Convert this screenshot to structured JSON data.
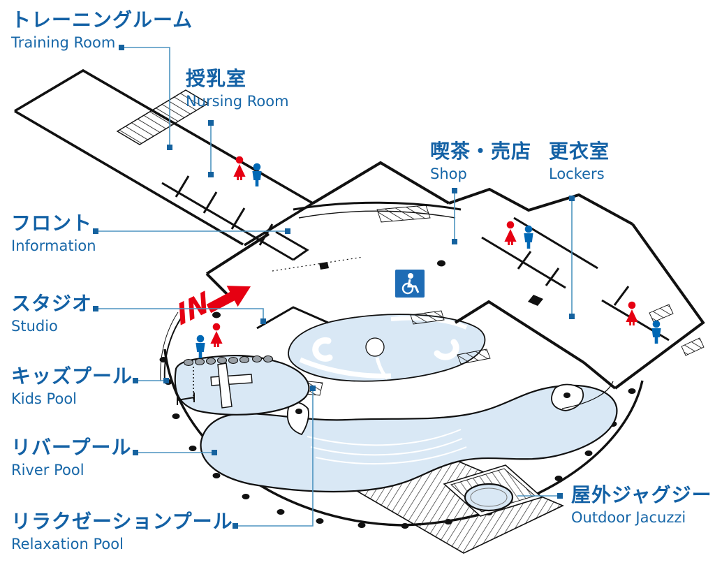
{
  "map": {
    "labels": [
      {
        "id": "training-room",
        "jp": "トレーニングルーム",
        "en": "Training Room"
      },
      {
        "id": "nursing-room",
        "jp": "授乳室",
        "en": "Nursing Room"
      },
      {
        "id": "shop",
        "jp": "喫茶・売店",
        "en": "Shop"
      },
      {
        "id": "lockers",
        "jp": "更衣室",
        "en": "Lockers"
      },
      {
        "id": "information",
        "jp": "フロント",
        "en": "Information"
      },
      {
        "id": "studio",
        "jp": "スタジオ",
        "en": "Studio"
      },
      {
        "id": "kids-pool",
        "jp": "キッズプール",
        "en": "Kids Pool"
      },
      {
        "id": "river-pool",
        "jp": "リバープール",
        "en": "River Pool"
      },
      {
        "id": "relaxation-pool",
        "jp": "リラクゼーションプール",
        "en": "Relaxation Pool"
      },
      {
        "id": "outdoor-jacuzzi",
        "jp": "屋外ジャグジー",
        "en": "Outdoor Jacuzzi"
      }
    ],
    "entrance": {
      "label": "IN"
    },
    "icons": {
      "restroom": "male-female-restroom-figures",
      "restroom_pair_count": 4,
      "wheelchair": "wheelchair-accessible-symbol",
      "entrance_arrow": "red-arrow-up-right"
    },
    "colors": {
      "label_blue": "#1361a5",
      "leader_line": "#4d94c0",
      "leader_square": "#15629f",
      "restroom_red": "#e60012",
      "restroom_blue": "#0068b5",
      "wheelchair_blue": "#1e6cb5",
      "pool_fill": "#d9e8f5",
      "wall": "#111111"
    }
  }
}
